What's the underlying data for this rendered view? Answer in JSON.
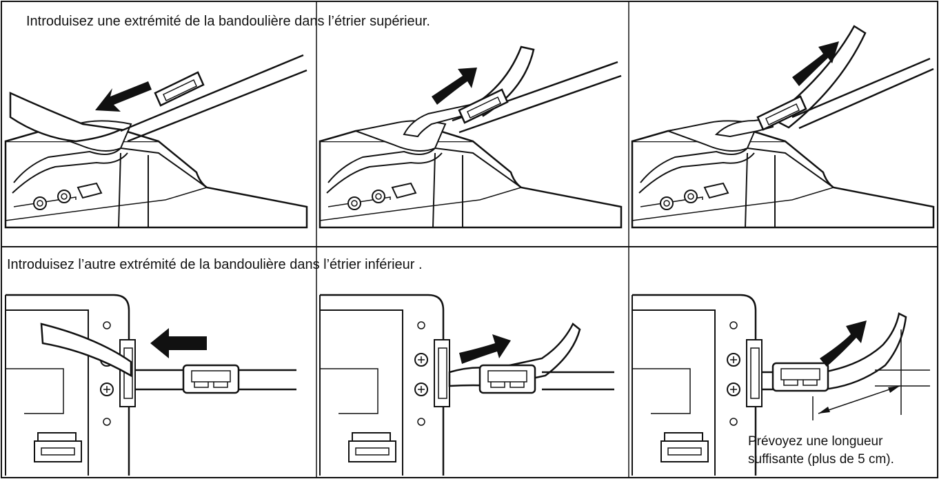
{
  "instructions": {
    "top_caption": "Introduisez une extrémité de la bandoulière dans l’étrier supérieur.",
    "bottom_caption": "Introduisez l’autre extrémité de la bandoulière dans l’étrier inférieur .",
    "length_note_line1": "Prévoyez une longueur",
    "length_note_line2": "suffisante (plus de 5 cm)."
  },
  "colors": {
    "ink": "#111111",
    "paper": "#ffffff"
  },
  "icons": [
    "direction-arrow-icon",
    "dimension-arrow-icon"
  ]
}
